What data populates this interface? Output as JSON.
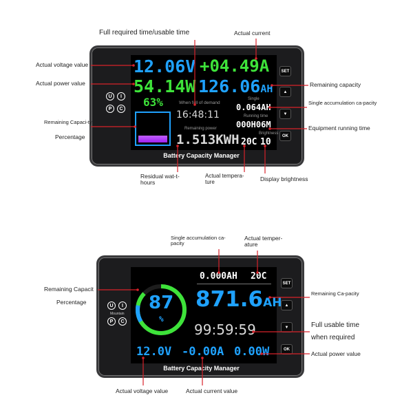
{
  "device1": {
    "voltage": "12.06V",
    "current": "+04.49A",
    "power": "54.14W",
    "capacity_ah": "126.06",
    "capacity_unit": "AH",
    "percent": "63%",
    "when_full_label": "When full of demand",
    "time": "16:48:11",
    "single_label": "Single",
    "single_value": "0.064AH",
    "running_label": "Running time",
    "running_value": "000H06M",
    "remaining_power_label": "Remaining power",
    "energy": "1.513KWH",
    "brightness_label": "Brightness",
    "temperature": "20C",
    "brightness": "10",
    "brand": "Battery Capacity Manager",
    "btn_set": "SET",
    "btn_ok": "OK"
  },
  "device2": {
    "single_value": "0.000AH",
    "temperature": "20C",
    "percent": "87",
    "percent_sign": "%",
    "capacity_ah": "871.6",
    "capacity_unit": "AH",
    "time": "99:59:59",
    "voltage": "12.0V",
    "current": "-0.00A",
    "power": "0.00W",
    "indicator_text": "Mountain",
    "brand": "Battery Capacity Manager",
    "btn_set": "SET",
    "btn_ok": "OK"
  },
  "indicators": {
    "u": "U",
    "i": "I",
    "p": "P",
    "c": "C"
  },
  "annotations1": {
    "full_time": "Full required time/usable time",
    "actual_current": "Actual current",
    "actual_voltage": "Actual voltage value",
    "actual_power": "Actual power value",
    "remaining_capacity": "Remaining capacity",
    "single_accum": "Single accumulation ca-pacity",
    "remaining_capa": "Remaining Capaci-ty",
    "equipment_time": "Equipment running time",
    "percentage": "Percentage",
    "residual": "Residual wat-t-hours",
    "actual_temp": "Actual tempera-ture",
    "display_brightness": "Display brightness"
  },
  "annotations2": {
    "single_accum": "Single accumulation ca-pacity",
    "actual_temp": "Actual temper-ature",
    "remaining_capacit": "Remaining Capacit",
    "percentage": "Percentage",
    "remaining_capacity": "Remaining Ca-pacity",
    "full_usable": "Full usable time",
    "when_required": "when required",
    "actual_power": "Actual power value",
    "actual_voltage": "Actual voltage value",
    "actual_current": "Actual current value"
  },
  "colors": {
    "blue": "#1fa2ff",
    "green": "#3ee33a",
    "white": "#ffffff",
    "annotation_line": "#d8222a"
  }
}
